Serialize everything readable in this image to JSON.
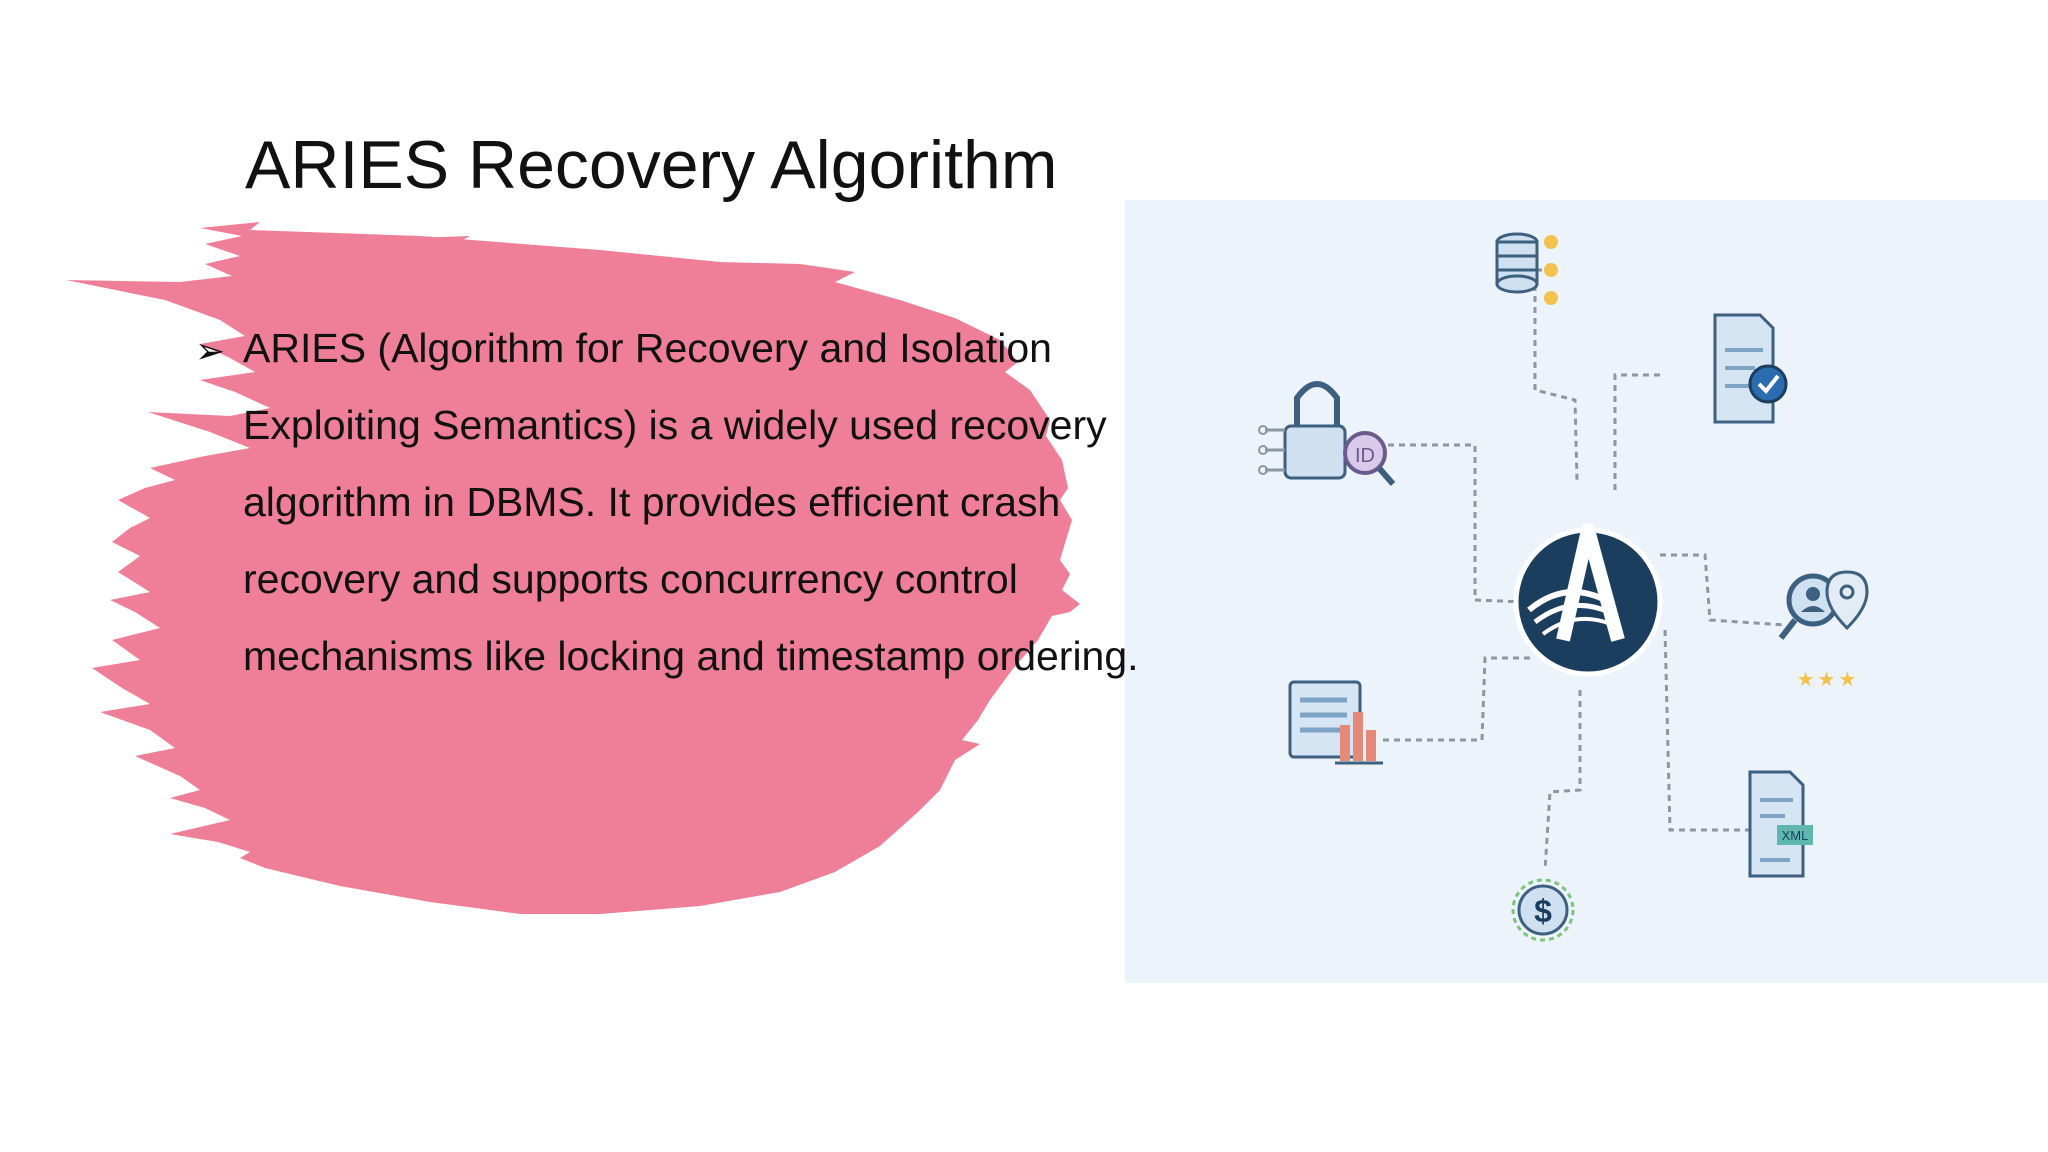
{
  "slide": {
    "title": "ARIES Recovery Algorithm",
    "bullet_marker": "➢",
    "bullet_text": "ARIES (Algorithm for Recovery and Isolation Exploiting Semantics) is a widely used recovery algorithm in DBMS. It provides efficient crash recovery and supports concurrency control mechanisms like locking and timestamp ordering."
  },
  "diagram": {
    "id_badge": "ID",
    "xml_badge": "XML",
    "currency_symbol": "$",
    "rating_stars": "★★★"
  },
  "colors": {
    "brush_pink": "#ef7f98",
    "panel_bg": "#ecf3fa",
    "hub_navy": "#1b3d5e",
    "icon_blue": "#5a8fbf",
    "icon_gold": "#f2c14e"
  }
}
